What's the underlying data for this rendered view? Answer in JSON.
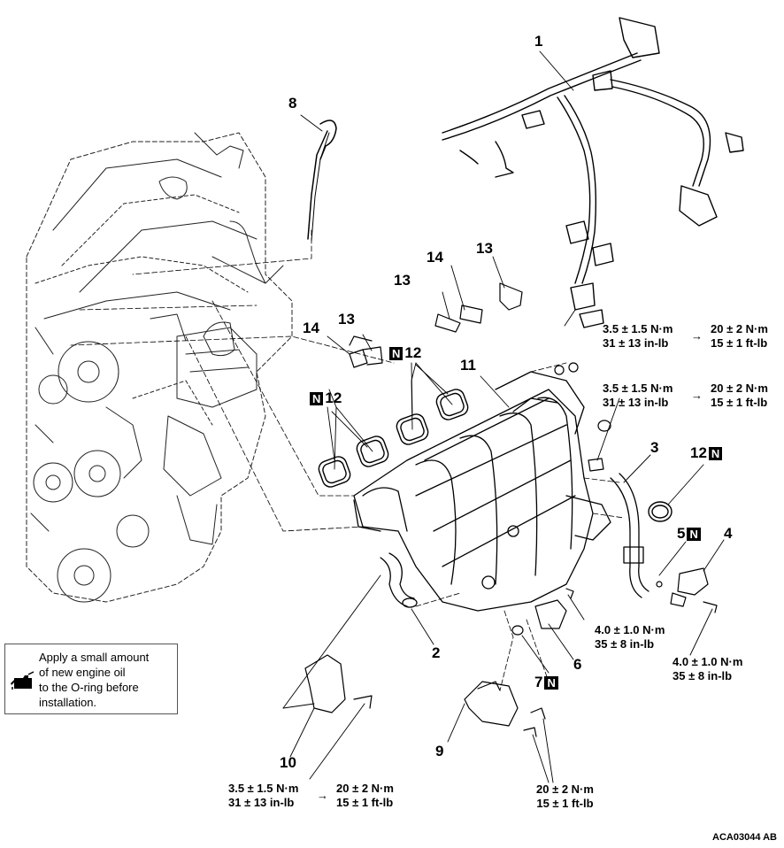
{
  "callouts": {
    "c1": "1",
    "c2": "2",
    "c3": "3",
    "c4": "4",
    "c5": "5",
    "c6": "6",
    "c7": "7",
    "c8": "8",
    "c9": "9",
    "c10": "10",
    "c11": "11",
    "c12a": "12",
    "c12b": "12",
    "c12c": "12",
    "c13a": "13",
    "c13b": "13",
    "c13c": "13",
    "c14a": "14",
    "c14b": "14"
  },
  "n_mark": "N",
  "arrow": "→",
  "torques": {
    "t1": {
      "l1": "3.5 ± 1.5 N·m",
      "l2": "31 ± 13 in-lb",
      "r1": "20 ± 2 N·m",
      "r2": "15 ± 1 ft-lb"
    },
    "t2": {
      "l1": "3.5 ± 1.5 N·m",
      "l2": "31 ± 13 in-lb",
      "r1": "20 ± 2 N·m",
      "r2": "15 ± 1 ft-lb"
    },
    "t3": {
      "l1": "4.0 ± 1.0 N·m",
      "l2": "35 ± 8 in-lb"
    },
    "t4": {
      "l1": "4.0 ± 1.0 N·m",
      "l2": "35 ± 8 in-lb"
    },
    "t5": {
      "l1": "3.5 ± 1.5 N·m",
      "l2": "31 ± 13 in-lb",
      "r1": "20 ± 2 N·m",
      "r2": "15 ± 1 ft-lb"
    },
    "t6": {
      "l1": "20 ± 2 N·m",
      "l2": "15 ± 1 ft-lb"
    }
  },
  "note": {
    "icon": "oil-can-icon",
    "text": "Apply a small amount\nof new engine oil\nto the O-ring before\ninstallation."
  },
  "diagram_code": "ACA03044 AB"
}
